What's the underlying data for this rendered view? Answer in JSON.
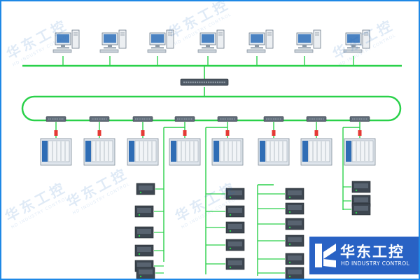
{
  "title": "",
  "top_network": {
    "workstations": [
      {
        "name": "",
        "ip": ""
      },
      {
        "name": "",
        "ip": ""
      },
      {
        "name": "",
        "ip": ""
      },
      {
        "name": "",
        "ip": ""
      },
      {
        "name": "",
        "ip": ""
      },
      {
        "name": "",
        "ip": ""
      },
      {
        "name": "",
        "ip": ""
      }
    ]
  },
  "plc_stations": [
    {
      "name": "",
      "desc": ""
    },
    {
      "name": "",
      "desc": ""
    },
    {
      "name": "",
      "desc": ""
    },
    {
      "name": "",
      "desc": ""
    },
    {
      "name": "",
      "desc": ""
    },
    {
      "name": "",
      "desc": ""
    },
    {
      "name": "",
      "desc": ""
    },
    {
      "name": "",
      "desc": ""
    }
  ],
  "field_devices": [
    {
      "label": ""
    },
    {
      "label": ""
    },
    {
      "label": ""
    },
    {
      "label": ""
    },
    {
      "label": ""
    },
    {
      "label": ""
    },
    {
      "label": ""
    },
    {
      "label": ""
    },
    {
      "label": ""
    },
    {
      "label": ""
    },
    {
      "label": ""
    },
    {
      "label": ""
    },
    {
      "label": ""
    },
    {
      "label": ""
    },
    {
      "label": ""
    },
    {
      "label": ""
    },
    {
      "label": ""
    },
    {
      "label": ""
    },
    {
      "label": ""
    },
    {
      "label": ""
    }
  ],
  "watermark": {
    "cn": "华东工控",
    "en": "HD INDUSTRY CONTROL"
  },
  "brand": {
    "cn": "华东工控",
    "en": "HD INDUSTRY CONTROL"
  },
  "colors": {
    "network": "#2ad14a",
    "frame": "#1e88e5",
    "brand_bg": "#2962c4",
    "plc_cabinet": "#dfe5ec",
    "alarm": "#e53935"
  }
}
